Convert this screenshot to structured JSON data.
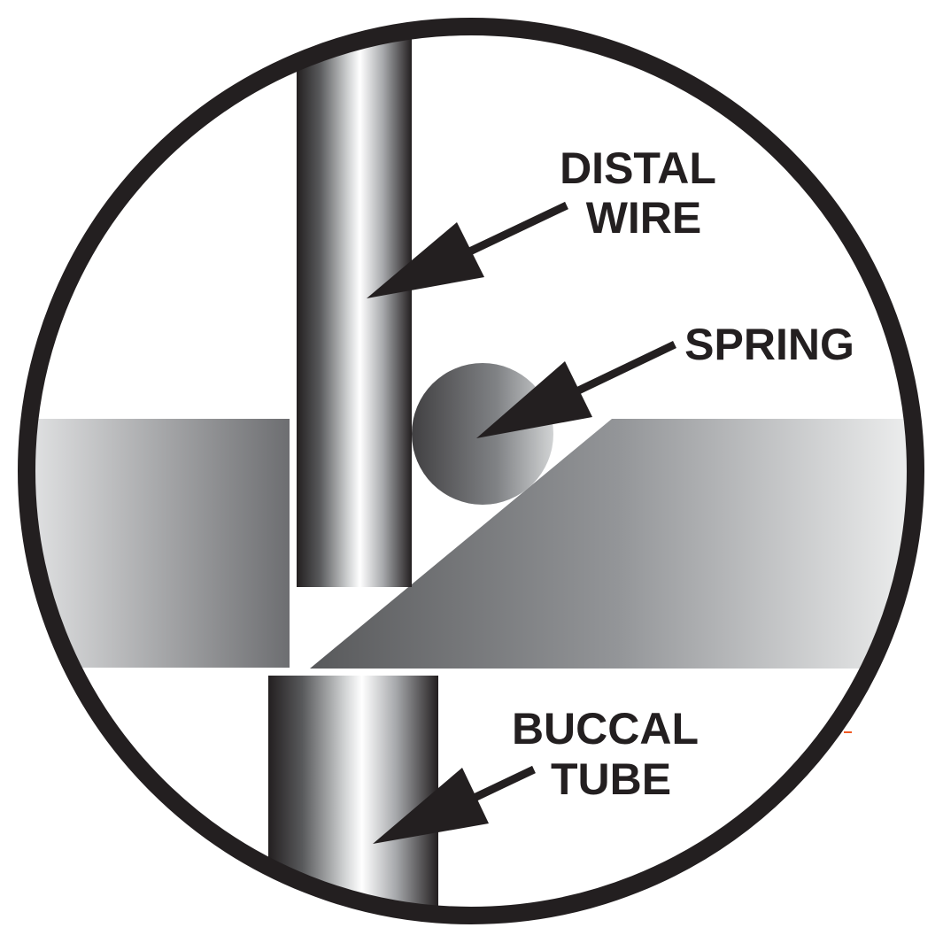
{
  "diagram": {
    "labels": {
      "distal_wire": [
        "DISTAL",
        "WIRE"
      ],
      "spring": [
        "SPRING"
      ],
      "buccal_tube": [
        "BUCCAL",
        "TUBE"
      ]
    },
    "colors": {
      "outline": "#231f20",
      "background": "#ffffff",
      "metal_dark": "#231f20",
      "metal_mid": "#6d6e71",
      "metal_light": "#ffffff",
      "plate_dark": "#6d6e71",
      "plate_light": "#e6e7e8",
      "spring_dark": "#58595b",
      "spring_light": "#bcbec0",
      "accent_mark": "#f15a24"
    }
  }
}
